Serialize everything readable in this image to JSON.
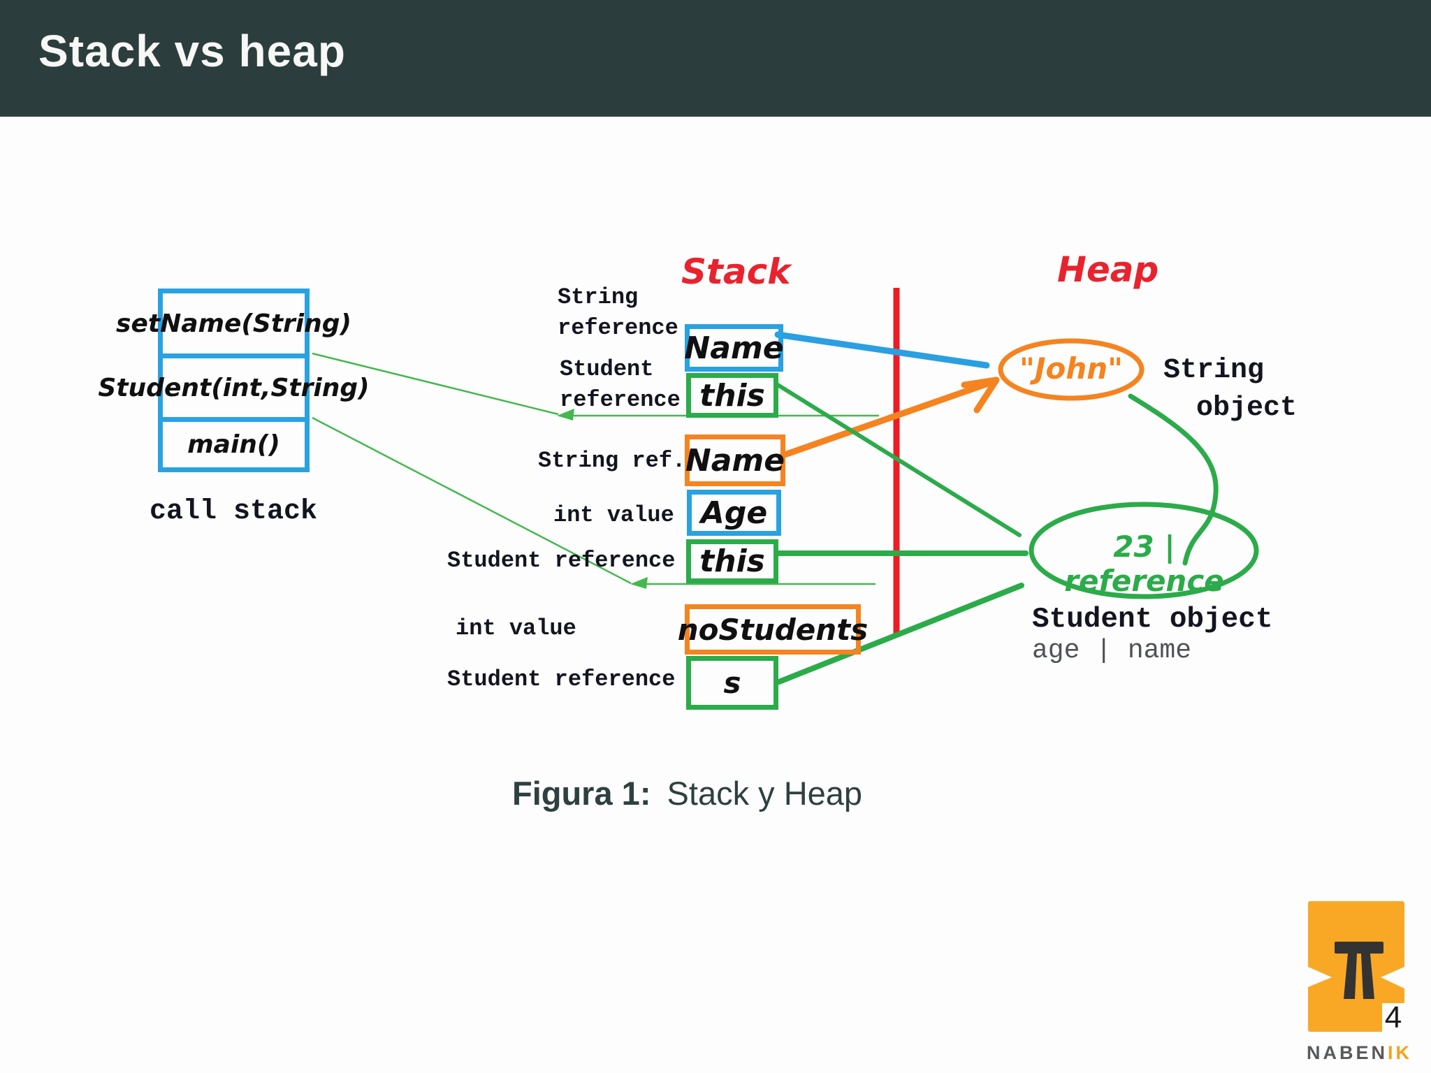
{
  "header": {
    "title": "Stack vs heap"
  },
  "call_stack": {
    "frames": [
      "setName(String)",
      "Student(int,String)",
      "main()"
    ],
    "label": "call stack"
  },
  "columns": {
    "stack_label": "Stack",
    "heap_label": "Heap"
  },
  "stack_rows": [
    {
      "label": "String reference",
      "value": "Name",
      "box_color": "blue"
    },
    {
      "label": "Student reference",
      "value": "this",
      "box_color": "green"
    },
    {
      "label": "String ref.",
      "value": "Name",
      "box_color": "orange"
    },
    {
      "label": "int value",
      "value": "Age",
      "box_color": "blue"
    },
    {
      "label": "Student reference",
      "value": "this",
      "box_color": "green"
    },
    {
      "label": "int value",
      "value": "noStudents",
      "box_color": "orange"
    },
    {
      "label": "Student reference",
      "value": "s",
      "box_color": "green"
    }
  ],
  "heap": {
    "string_value": "\"John\"",
    "string_object_line1": "String",
    "string_object_line2": "object",
    "student_value": "23 | reference",
    "student_object_label": "Student object",
    "student_fields": "age | name"
  },
  "caption": {
    "prefix": "Figura 1:",
    "title": "Stack y Heap"
  },
  "footer": {
    "page_number": "4",
    "brand_main": "NABEN",
    "brand_accent": "IK"
  },
  "colors": {
    "header_bg": "#2b3e3d",
    "blue": "#29a2e2",
    "green": "#2bab49",
    "orange": "#f5831f",
    "red_labels": "#e8232e",
    "red_divider": "#ed1c24",
    "brand_orange": "#f9a825",
    "brand_gray": "#58595b"
  }
}
